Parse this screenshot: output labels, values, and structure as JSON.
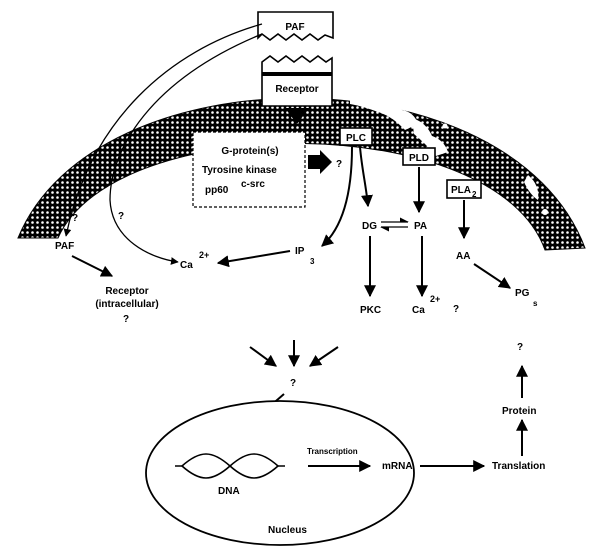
{
  "membrane": {
    "ligand": "PAF",
    "receptor": "Receptor"
  },
  "transducers": {
    "g_protein": "G-protein(s)",
    "tyrosine_kinase": "Tyrosine kinase",
    "pp60": "pp60",
    "csrc": "c-src"
  },
  "enzymes": {
    "plc": "PLC",
    "pld": "PLD",
    "pla": "PLA",
    "pla_sub": "2"
  },
  "second_messengers": {
    "dg": "DG",
    "pa": "PA",
    "aa": "AA",
    "ip": "IP",
    "ip_sub": "3",
    "pkc": "PKC",
    "pg": "PG",
    "pg_sub": "s",
    "ca": "Ca",
    "ca_sup": "2+"
  },
  "intracellular": {
    "paf": "PAF",
    "receptor": "Receptor",
    "receptor_sub": "(intracellular)"
  },
  "question_mark": "?",
  "nucleus": {
    "label": "Nucleus",
    "dna": "DNA",
    "transcription": "Transcription",
    "mrna": "mRNA"
  },
  "translation": {
    "translation": "Translation",
    "protein": "Protein"
  }
}
